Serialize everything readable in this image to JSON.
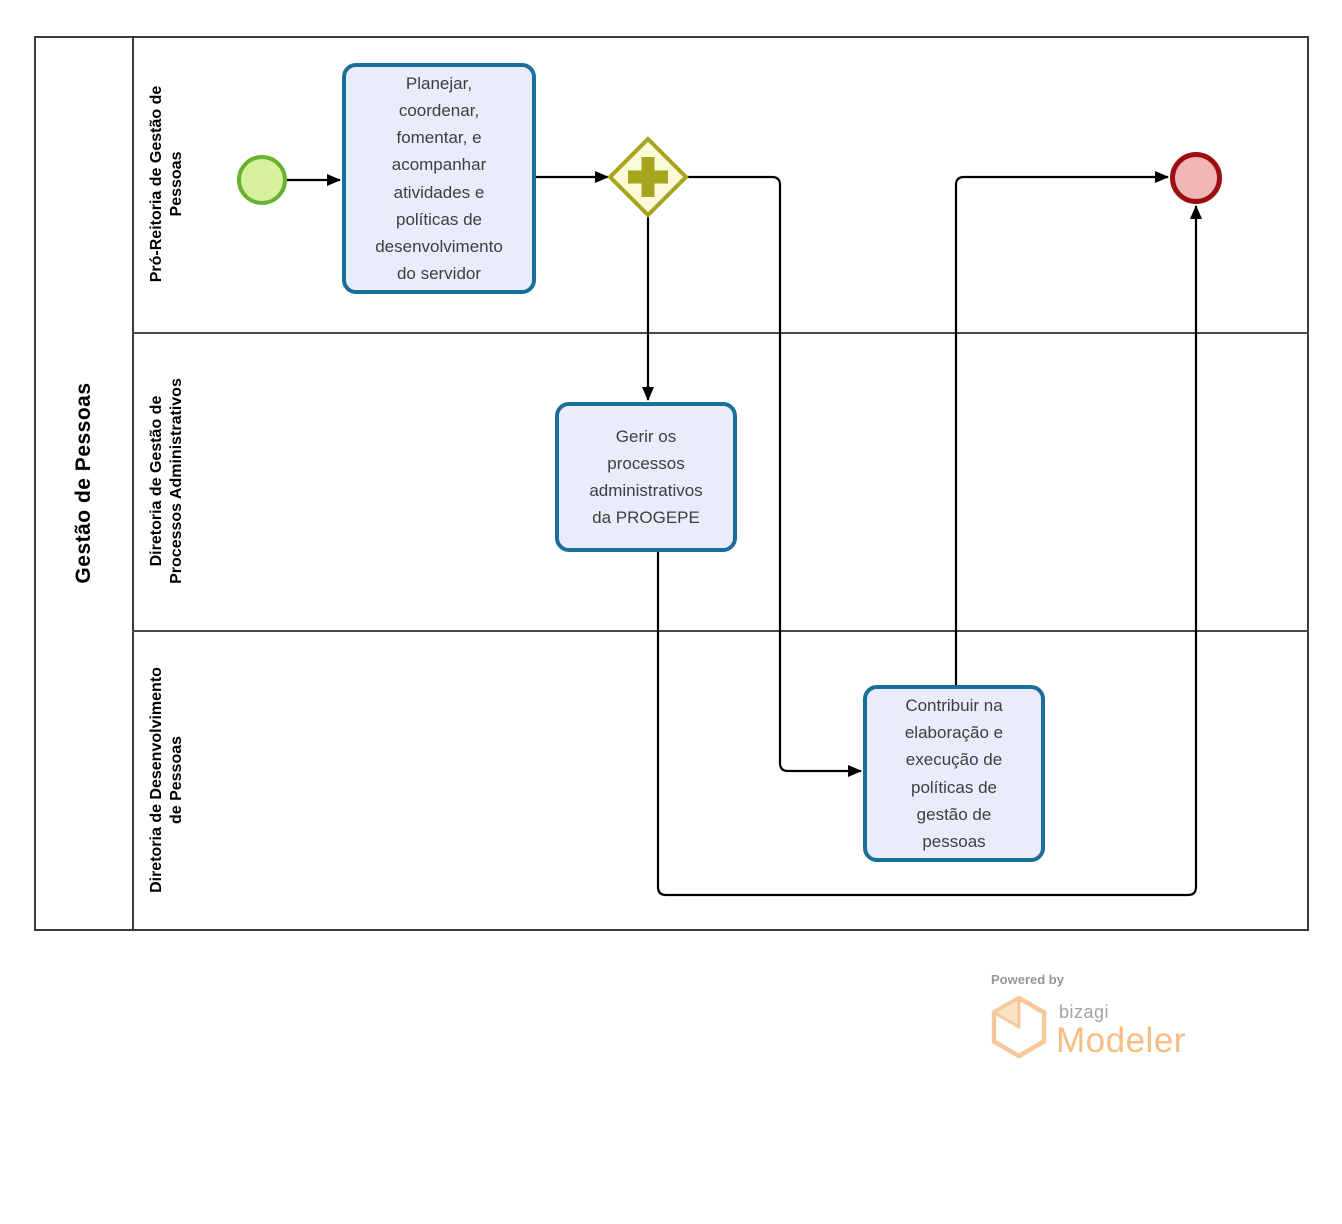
{
  "diagram": {
    "pool": {
      "label": "Gestão de Pessoas",
      "lanes": [
        {
          "label_lines": [
            "Pró-Reitoria de Gestão de",
            "Pessoas"
          ]
        },
        {
          "label_lines": [
            "Diretoria de Gestão de",
            "Processos Administrativos"
          ]
        },
        {
          "label_lines": [
            "Diretoria de Desenvolvimento",
            "de Pessoas"
          ]
        }
      ]
    },
    "nodes": {
      "start_event": {
        "kind": "start-event"
      },
      "task_planejar": {
        "label_lines": [
          "Planejar,",
          "coordenar,",
          "fomentar, e",
          "acompanhar",
          "atividades e",
          "políticas de",
          "desenvolvimento",
          "do servidor"
        ]
      },
      "gateway_parallel": {
        "kind": "parallel-gateway"
      },
      "task_gerir": {
        "label_lines": [
          "Gerir os",
          "processos",
          "administrativos",
          "da PROGEPE"
        ]
      },
      "task_contribuir": {
        "label_lines": [
          "Contribuir na",
          "elaboração e",
          "execução de",
          "políticas de",
          "gestão de",
          "pessoas"
        ]
      },
      "end_event": {
        "kind": "end-event"
      }
    },
    "colors": {
      "task_border": "#1a6e9c",
      "task_fill": "#e9edfb",
      "start_border": "#68b230",
      "start_fill": "#d6f09e",
      "gateway_border": "#a6a61e",
      "gateway_fill": "#fbfbd8",
      "end_border": "#9b0f0f",
      "end_fill": "#f0b5b5",
      "lane_line": "#3a3a3a",
      "flow_line": "#000000"
    }
  },
  "branding": {
    "powered_by": "Powered by",
    "brand": "bizagi",
    "product": "Modeler",
    "accent": "#f8bc85"
  }
}
